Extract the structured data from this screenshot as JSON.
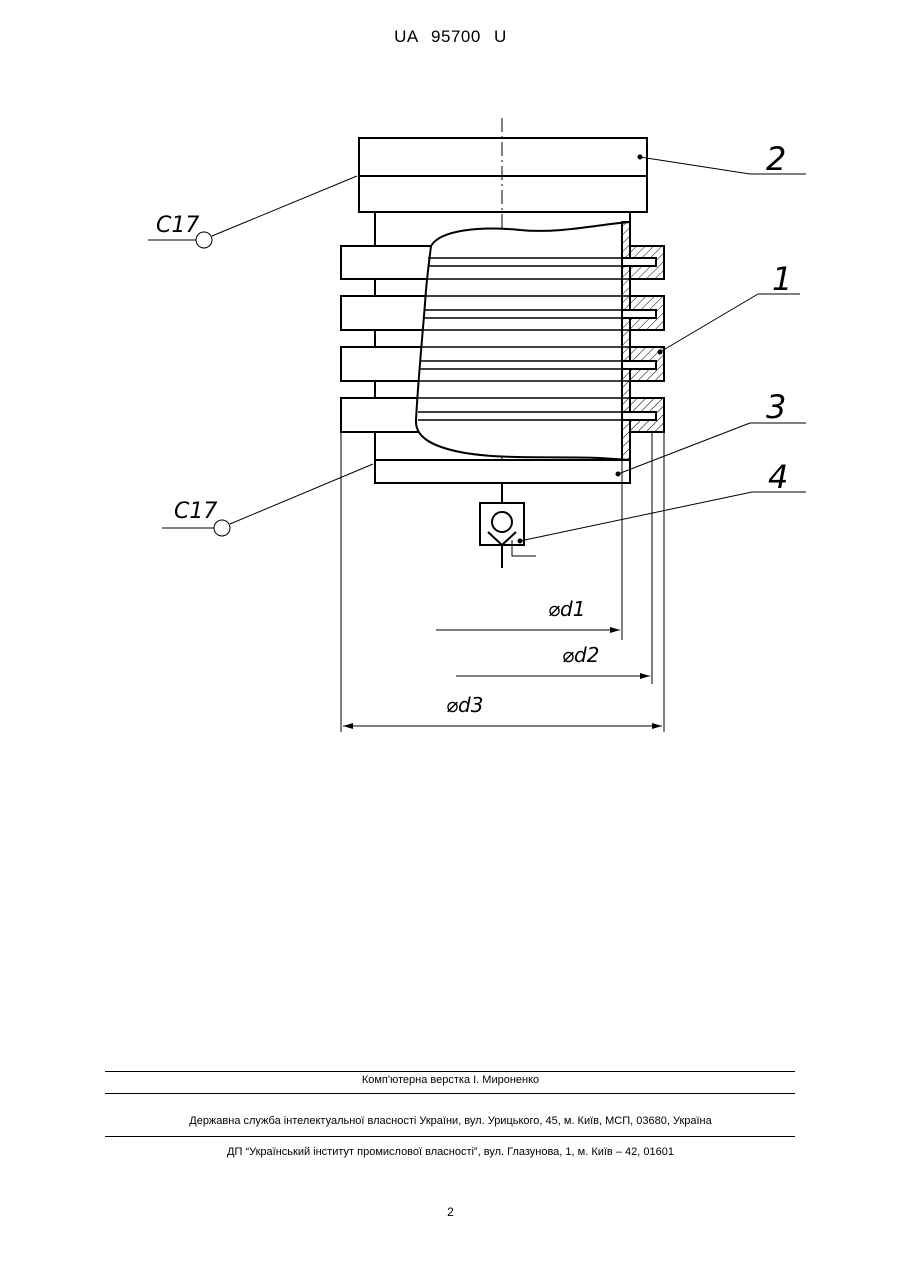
{
  "header": {
    "doc_id": "UA   95700   U"
  },
  "drawing": {
    "callouts": {
      "c17_top": "C17",
      "c17_bottom": "C17",
      "pos_1": "1",
      "pos_2": "2",
      "pos_3": "3",
      "pos_4": "4"
    },
    "dimensions": {
      "d1": "⌀d1",
      "d2": "⌀d2",
      "d3": "⌀d3"
    }
  },
  "footer": {
    "layout_credit": "Комп'ютерна верстка І. Мироненко",
    "agency": "Державна служба інтелектуальної власності України, вул. Урицького, 45, м. Київ, МСП, 03680, Україна",
    "institute": "ДП “Український інститут промислової власності”, вул. Глазунова, 1, м. Київ – 42, 01601"
  },
  "page_number": "2"
}
